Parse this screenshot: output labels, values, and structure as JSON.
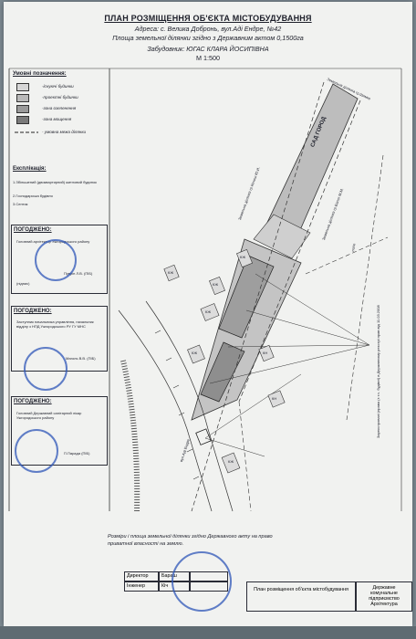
{
  "header": {
    "title": "ПЛАН РОЗМІЩЕННЯ ОБ'ЄКТА МІСТОБУДУВАННЯ",
    "address": "Адреса:   с. Велика Добронь, вул.Аді Ендре, №42",
    "area": "Площа земельної ділянки згідно з Державним актом 0,1500га",
    "owner": "Забудовник: ЮГАС КЛАРА ЙОСИПІВНА",
    "scale": "М 1:500"
  },
  "legend": {
    "heading": "Умовні позначення:",
    "items": [
      {
        "label": "-існуючі будинки",
        "color": "#d6d6d6"
      },
      {
        "label": "-проектні будинки",
        "color": "#b9b9b9"
      },
      {
        "label": "-зона озеленення",
        "color": "#9a9a9a"
      },
      {
        "label": "-зона мощення",
        "color": "#7a7a7a"
      },
      {
        "label": "- умовна межа ділянки",
        "color": ""
      }
    ]
  },
  "explication": {
    "heading": "Експлікація:",
    "items": [
      "1.Збільшений (двоквартирний) житловий будинок",
      "2.Господарська будівля",
      "3.Септик"
    ]
  },
  "approvals": [
    {
      "heading": "ПОГОДЖЕНО:",
      "role": "Головний архітектор Ужгородського району",
      "signature": "Пуврін Л.В. (ПІБ)",
      "note": "(підпис)"
    },
    {
      "heading": "ПОГОДЖЕНО:",
      "role": "Заступник начальника управління, начальник відділу з НПД Ужгородського РУ ГУ МНС",
      "signature": "Маголь В.В. (ПІБ)",
      "note": ""
    },
    {
      "heading": "ПОГОДЖЕНО:",
      "role": "Головний Державний санітарний лікар Ужгородського району",
      "signature": "П.Парада (ПІБ)",
      "note": ""
    }
  ],
  "map_labels": {
    "garden": "САД ГОРОД",
    "neighbor_top": "Земельна ділянка гр.Шимко",
    "neighbor_left": "Земельна ділянка гр.Кочиш Ю.И.",
    "neighbor_right": "Земельна ділянка гр.Балог М.М.",
    "road": "вул.Аді Ендре",
    "note": "Зареєстровані (права (з т.ч. будівлі) в Державному реєстрі прав від 11.03.2008",
    "field": "поле",
    "building_codes": [
      "КЖ",
      "КЖ",
      "КЖ",
      "КЖ",
      "КН",
      "КЖ",
      "КН",
      "КЖ"
    ]
  },
  "footnote": "Розміри і площа земельної ділянки згідно Державного акту на право приватної власності на землю.",
  "title_block": {
    "director_label": "Директор",
    "director_name": "Бараш",
    "engineer_label": "Інженер",
    "engineer_name": "Кіч",
    "sheet_title": "План розміщення об'єкта містобудування",
    "org": "Державне комунальне підприємство Архітектура"
  }
}
